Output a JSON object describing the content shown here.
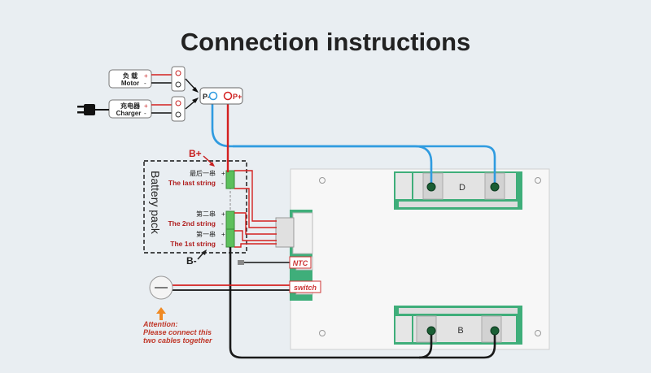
{
  "title": "Connection instructions",
  "motor": {
    "cn": "负 载",
    "en": "Motor",
    "plus": "+",
    "minus": "-"
  },
  "charger": {
    "cn": "充电器",
    "en": "Charger",
    "plus": "+",
    "minus": "-"
  },
  "output": {
    "pminus": "P-",
    "pplus": "P+"
  },
  "battery": {
    "title": "Battery pack",
    "bplus": "B+",
    "bminus": "B-",
    "last_cn": "最后一串",
    "last_en": "The last string",
    "second_cn": "第二串",
    "second_en": "The 2nd string",
    "first_cn": "第一串",
    "first_en": "The 1st string",
    "plus": "+",
    "minus": "-"
  },
  "connectors": {
    "ntc": "NTC",
    "switch": "switch"
  },
  "attention": {
    "line1": "Attention:",
    "line2": "Please connect this",
    "line3": "two cables together"
  },
  "board": {
    "top_mark": "D",
    "bottom_mark": "B"
  },
  "colors": {
    "red": "#d42020",
    "blue": "#2f9be0",
    "black": "#1a1a1a",
    "dark_red": "#b02020",
    "attention": "#c0392b",
    "arrow": "#f08a24"
  }
}
